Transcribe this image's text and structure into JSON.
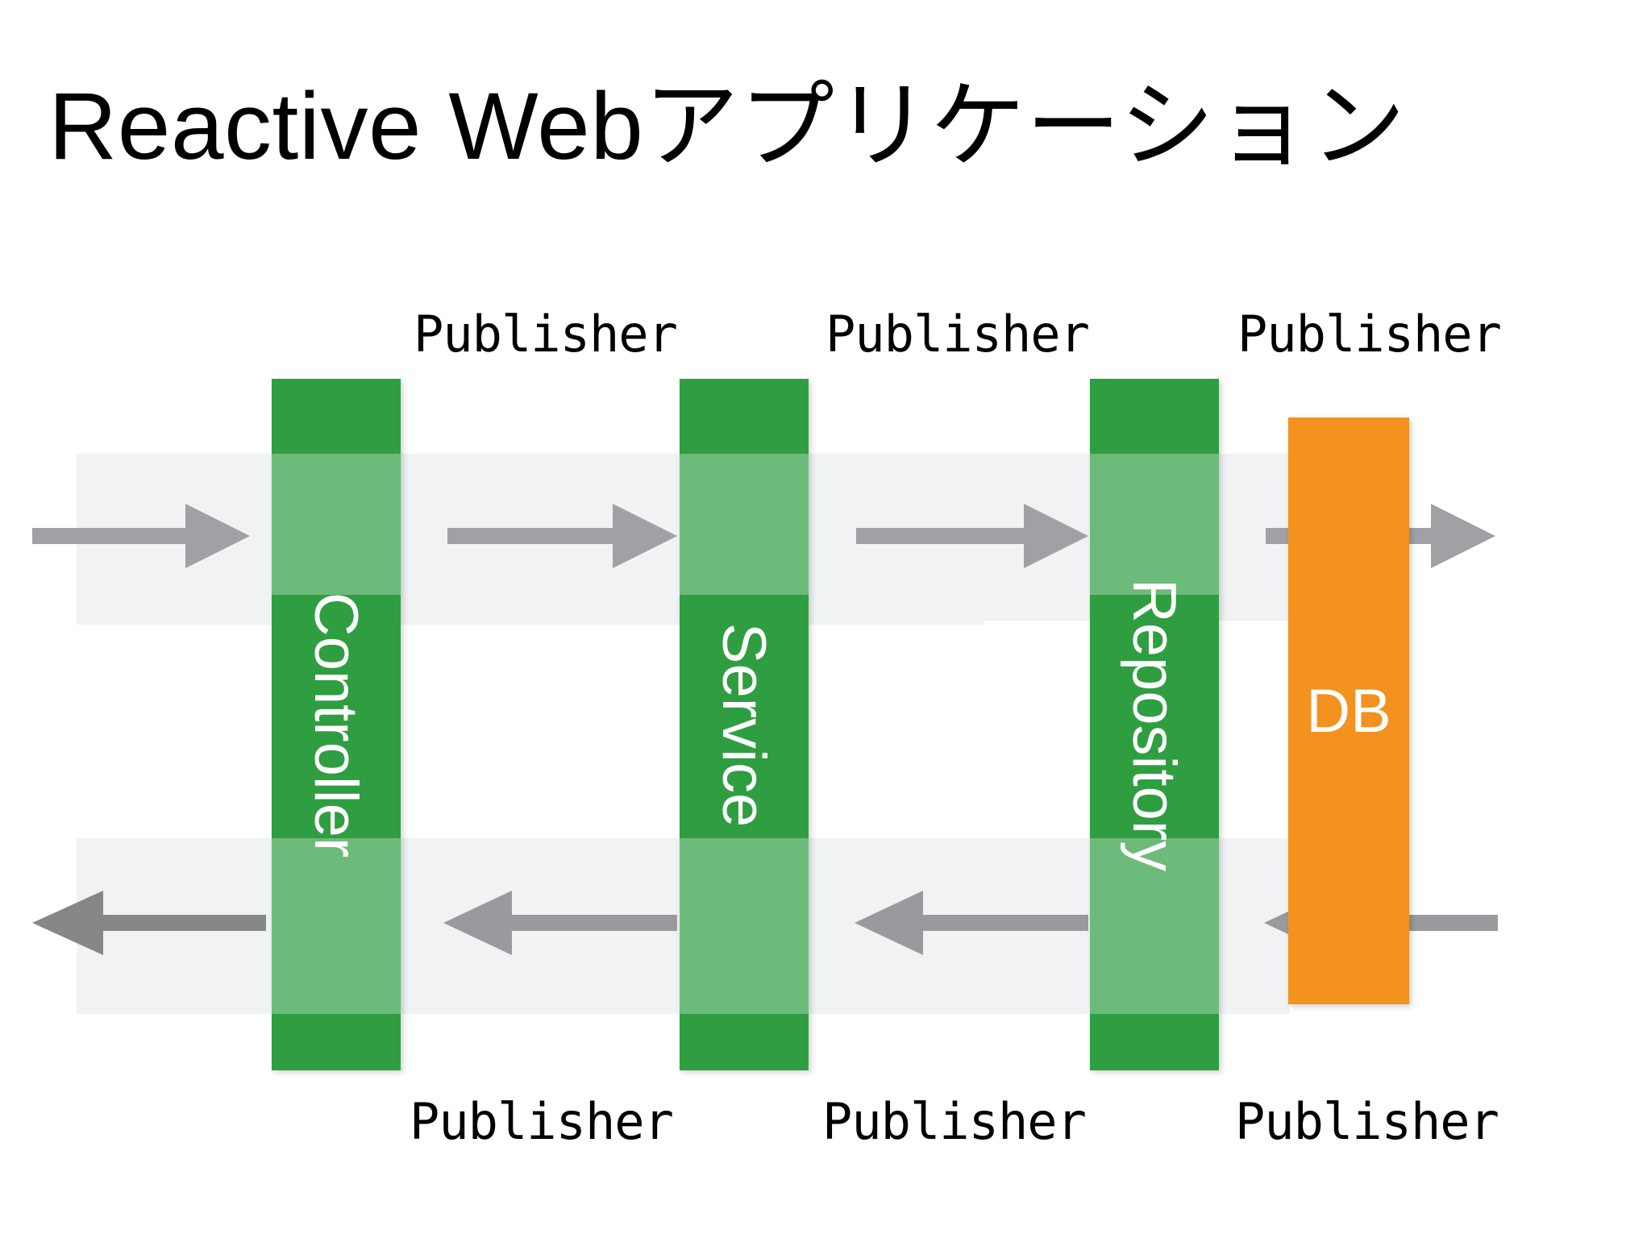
{
  "title": "Reactive Webアプリケーション",
  "colors": {
    "node_green": "#2f9e41",
    "node_green_tinted": "#6ab87a",
    "db_orange": "#f3921e",
    "arrow_gray": "#a0a0a5",
    "band_gray": "#eceded",
    "label_text": "#000000",
    "node_text": "#ffffff",
    "background": "#ffffff"
  },
  "nodes": [
    {
      "id": "controller",
      "label": "Controller",
      "orientation": "vertical",
      "type": "component"
    },
    {
      "id": "service",
      "label": "Service",
      "orientation": "vertical",
      "type": "component"
    },
    {
      "id": "repository",
      "label": "Repository",
      "orientation": "vertical",
      "type": "component"
    },
    {
      "id": "db",
      "label": "DB",
      "orientation": "horizontal",
      "type": "datastore"
    }
  ],
  "publisher_labels": {
    "top": [
      "Publisher",
      "Publisher",
      "Publisher"
    ],
    "bottom": [
      "Publisher",
      "Publisher",
      "Publisher"
    ]
  },
  "arrows": {
    "request_flow_direction": "right",
    "response_flow_direction": "left",
    "request": [
      {
        "from": "client",
        "to": "controller"
      },
      {
        "from": "controller",
        "to": "service"
      },
      {
        "from": "service",
        "to": "repository"
      },
      {
        "from": "repository",
        "to": "db"
      }
    ],
    "response": [
      {
        "from": "controller",
        "to": "client"
      },
      {
        "from": "service",
        "to": "controller"
      },
      {
        "from": "repository",
        "to": "service"
      },
      {
        "from": "db",
        "to": "repository"
      }
    ]
  }
}
